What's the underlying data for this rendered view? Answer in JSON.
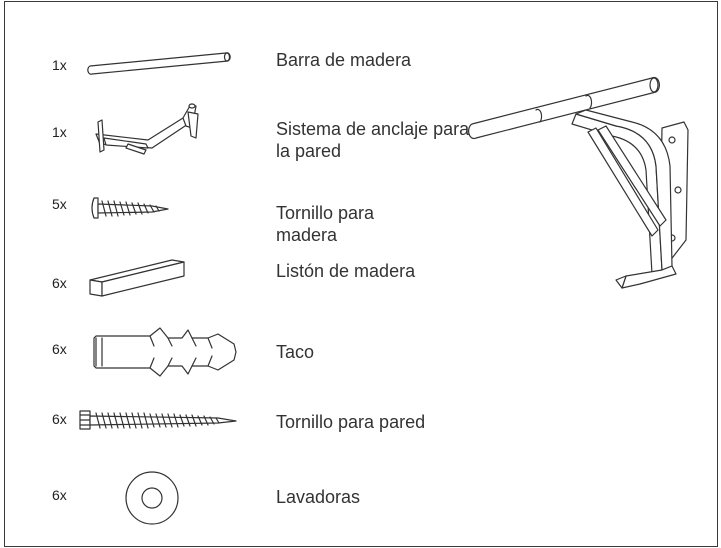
{
  "parts": [
    {
      "qty": "1x",
      "label": "Barra de madera",
      "icon": "wooden-bar-icon"
    },
    {
      "qty": "1x",
      "label": "Sistema de anclaje para la pared",
      "icon": "wall-anchor-system-icon"
    },
    {
      "qty": "5x",
      "label": "Tornillo para madera",
      "icon": "wood-screw-icon"
    },
    {
      "qty": "6x",
      "label": "Listón de madera",
      "icon": "wooden-strip-icon"
    },
    {
      "qty": "6x",
      "label": "Taco",
      "icon": "wall-plug-icon"
    },
    {
      "qty": "6x",
      "label": "Tornillo para pared",
      "icon": "wall-screw-icon"
    },
    {
      "qty": "6x",
      "label": "Lavadoras",
      "icon": "washer-icon"
    }
  ],
  "assembled_illustration": "pull-up-bar-assembled-icon"
}
